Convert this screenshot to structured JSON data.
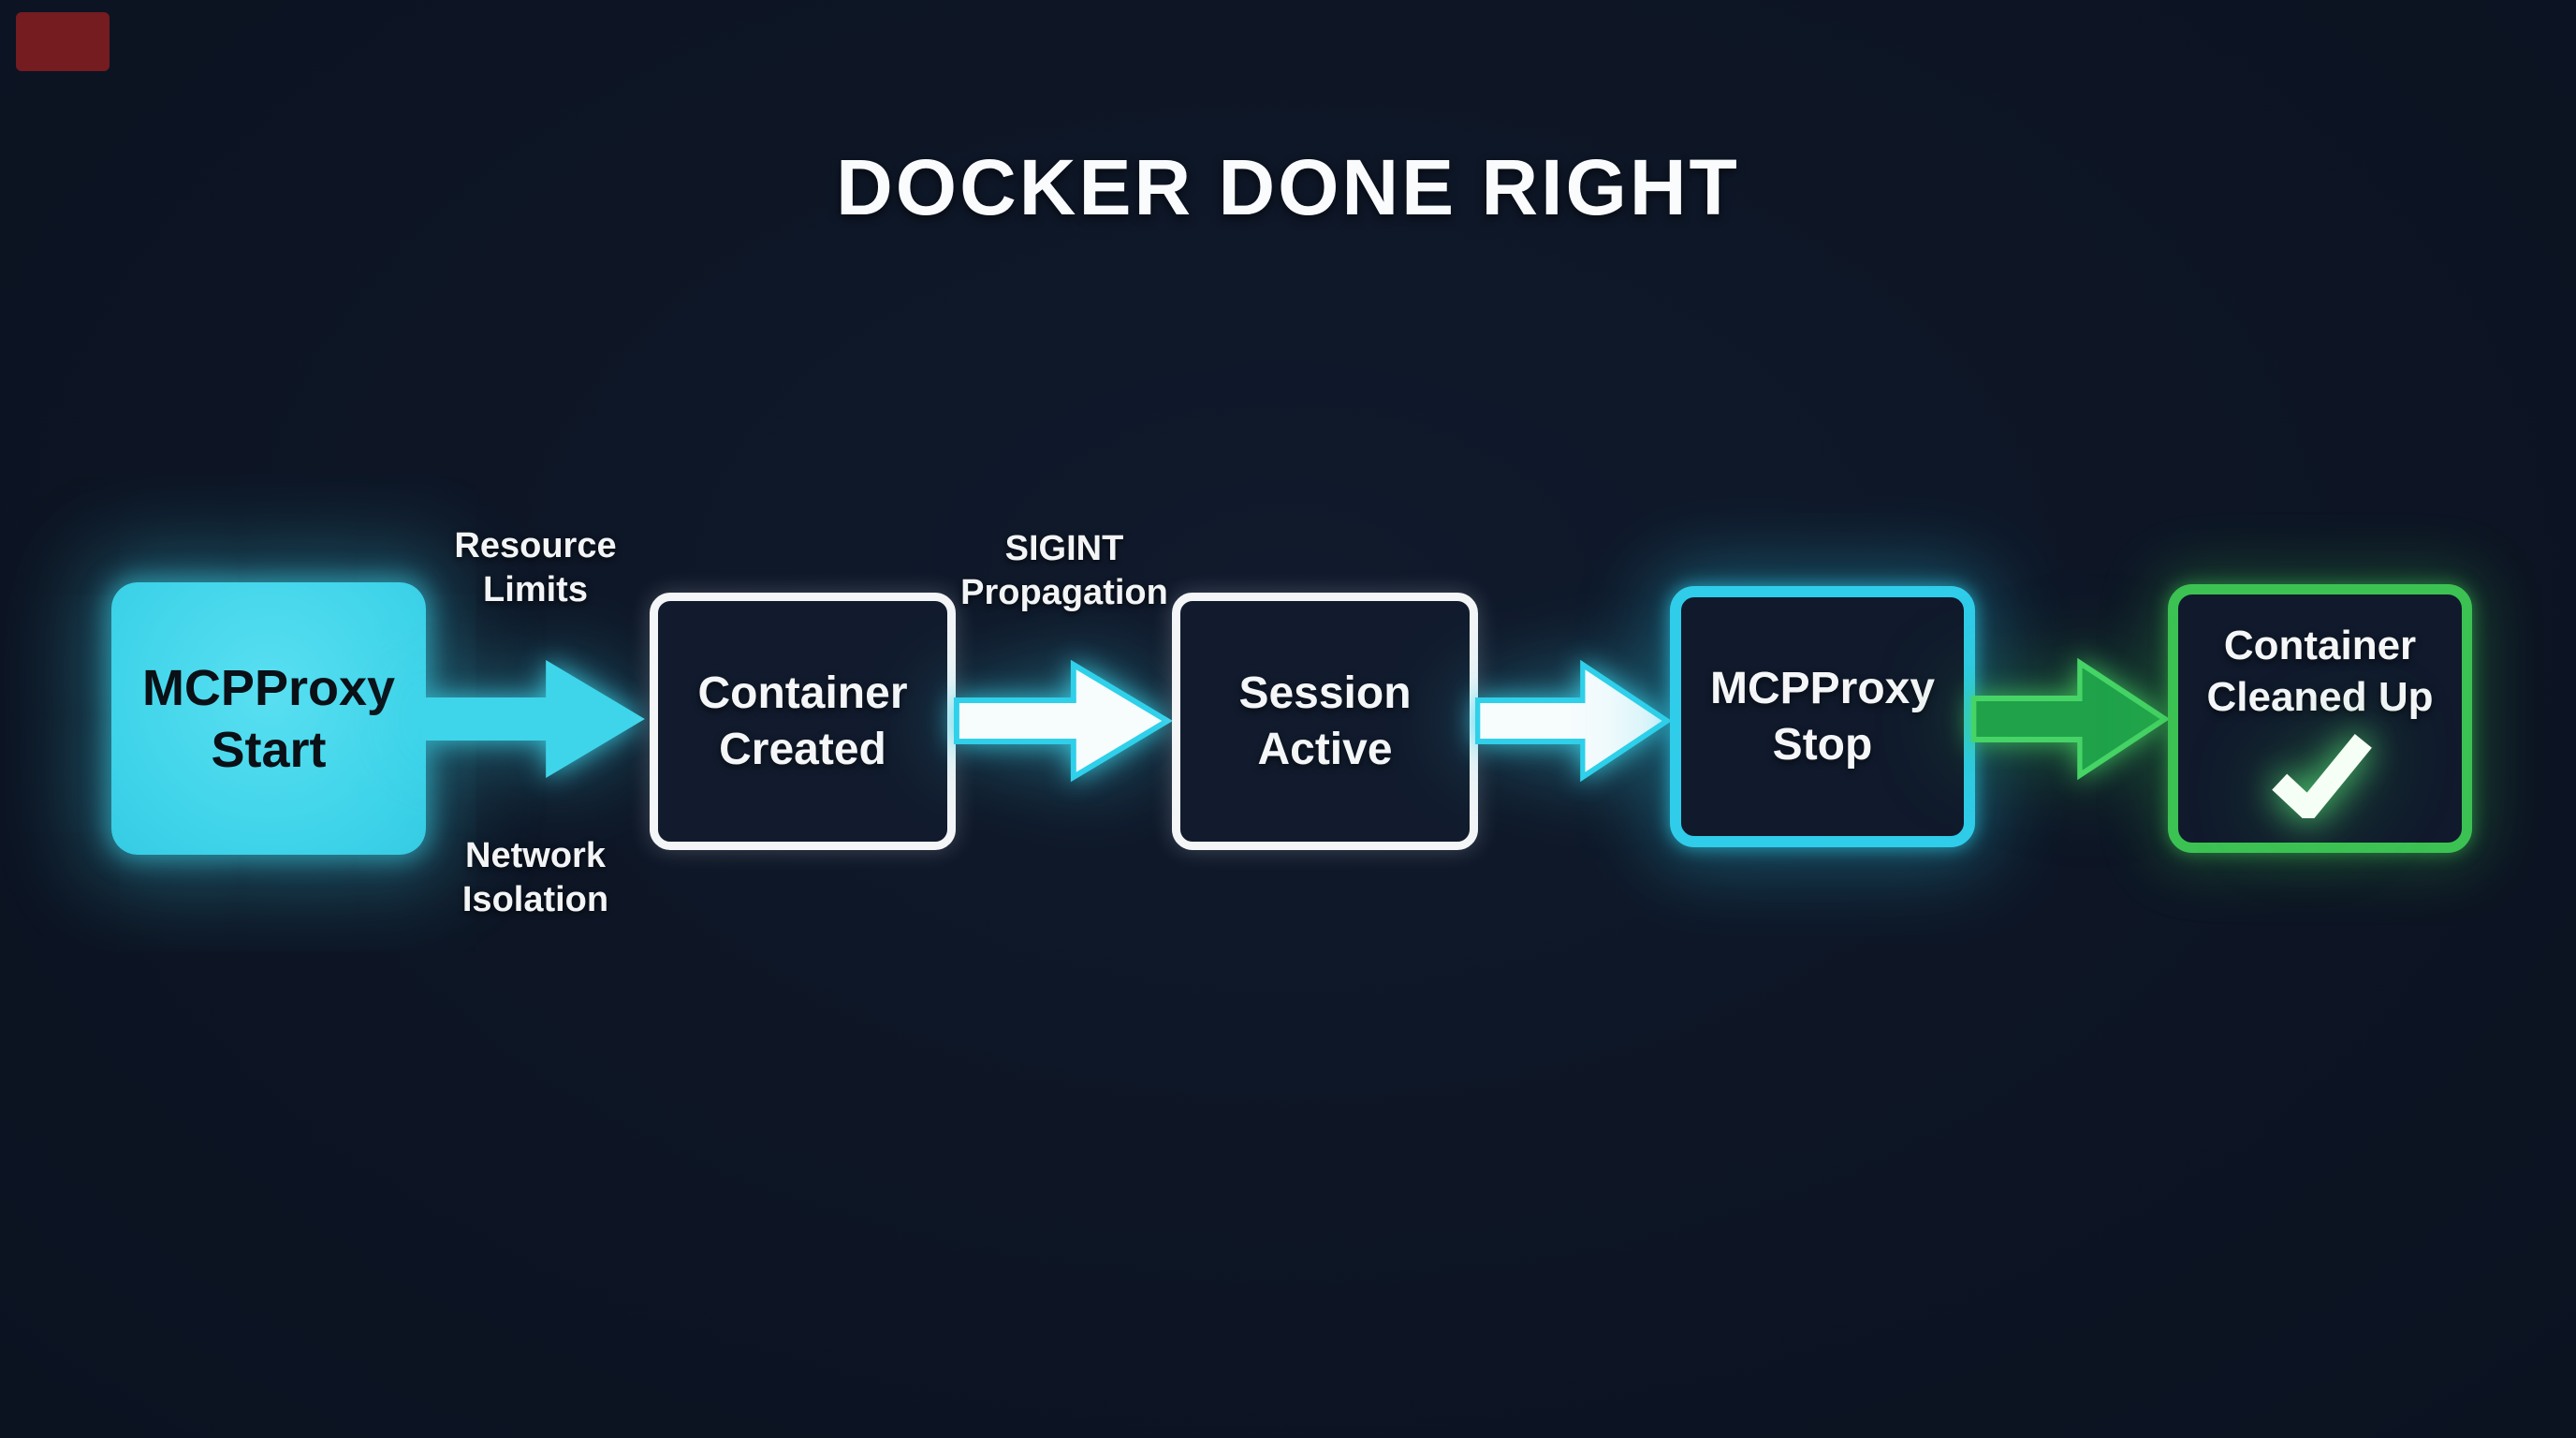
{
  "title": "DOCKER DONE RIGHT",
  "nodes": [
    {
      "id": "mcpproxy-start",
      "lines": [
        "MCPProxy",
        "Start"
      ],
      "style": "cyan-filled"
    },
    {
      "id": "container-created",
      "lines": [
        "Container",
        "Created"
      ],
      "style": "white-outline"
    },
    {
      "id": "session-active",
      "lines": [
        "Session",
        "Active"
      ],
      "style": "white-outline"
    },
    {
      "id": "mcpproxy-stop",
      "lines": [
        "MCPProxy",
        "Stop"
      ],
      "style": "cyan-outline"
    },
    {
      "id": "container-cleaned-up",
      "lines": [
        "Container",
        "Cleaned Up"
      ],
      "style": "green-outline",
      "icon": "check-icon"
    }
  ],
  "edge_labels": {
    "resource_limits": {
      "lines": [
        "Resource",
        "Limits"
      ],
      "position": "above-arrow-1"
    },
    "network_isolation": {
      "lines": [
        "Network",
        "Isolation"
      ],
      "position": "below-arrow-1"
    },
    "sigint_propagation": {
      "lines": [
        "SIGINT",
        "Propagation"
      ],
      "position": "above-arrow-2"
    }
  },
  "arrows": [
    {
      "id": "arrow-1",
      "from": "mcpproxy-start",
      "to": "container-created",
      "color": "cyan"
    },
    {
      "id": "arrow-2",
      "from": "container-created",
      "to": "session-active",
      "color": "white-cyan"
    },
    {
      "id": "arrow-3",
      "from": "session-active",
      "to": "mcpproxy-stop",
      "color": "white-cyan"
    },
    {
      "id": "arrow-4",
      "from": "mcpproxy-stop",
      "to": "container-cleaned-up",
      "color": "green"
    }
  ],
  "colors": {
    "background": "#0d1524",
    "cyan_accent": "#3ed3e9",
    "white_accent": "#f3f5f7",
    "green_accent": "#3cc253",
    "green_arrow_fill": "#1fa24a",
    "node_fill_dark": "#111b2d",
    "title_text": "#fafbfd",
    "corner_badge_red": "#741c20"
  }
}
